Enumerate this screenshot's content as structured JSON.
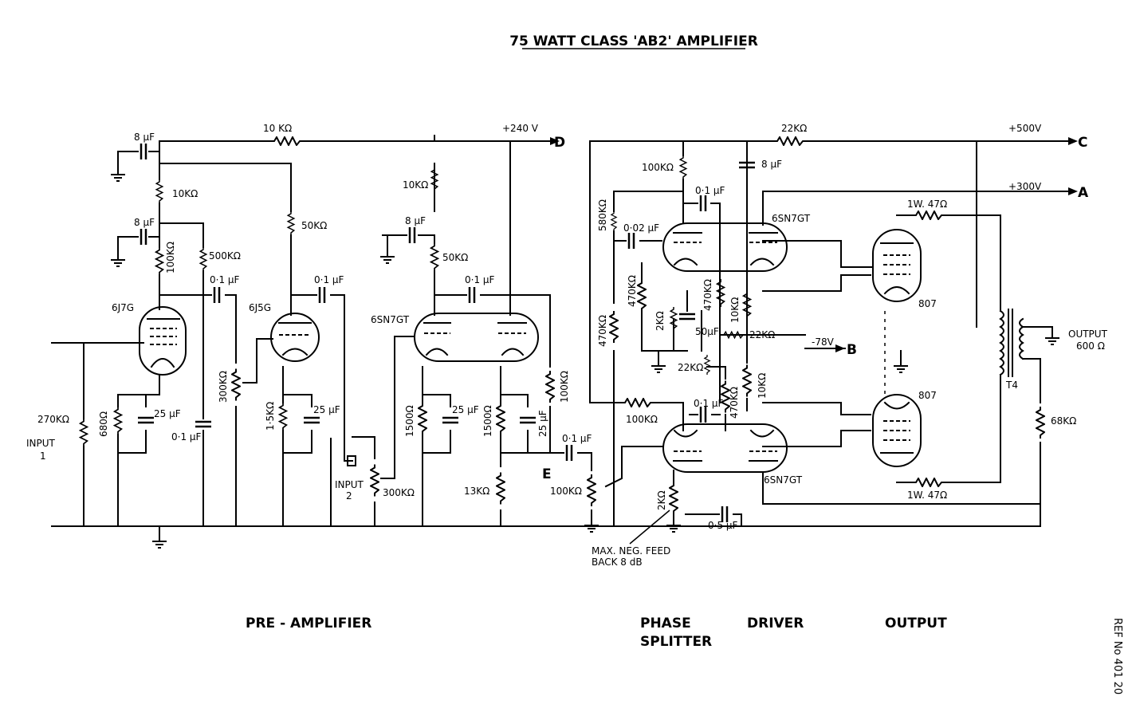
{
  "title": "75 WATT CLASS 'AB2' AMPLIFIER",
  "sections": {
    "pre_amplifier": "PRE - AMPLIFIER",
    "phase_splitter_1": "PHASE",
    "phase_splitter_2": "SPLITTER",
    "driver": "DRIVER",
    "output": "OUTPUT"
  },
  "reference": "REF No 401 20",
  "rails": {
    "v240": "+240 V",
    "v240_node": "D",
    "v500": "+500V",
    "v500_node": "C",
    "v300": "+300V",
    "v300_node": "A",
    "vneg78": "-78V",
    "vneg78_node": "B",
    "e_node": "E"
  },
  "tubes": {
    "t1": "6J7G",
    "t2": "6J5G",
    "t3": "6SN7GT",
    "t4": "6SN7GT",
    "t5": "6SN7GT",
    "t6": "807",
    "t7": "807"
  },
  "transformer": "T4",
  "inputs": {
    "in1_a": "INPUT",
    "in1_b": "1",
    "in2_a": "INPUT",
    "in2_b": "2"
  },
  "output_label": {
    "a": "OUTPUT",
    "b": "600 Ω"
  },
  "feedback_note": {
    "line1": "MAX. NEG. FEED",
    "line2": "BACK 8 dB"
  },
  "components": {
    "r_10k_top": "10 KΩ",
    "c_8uf_1": "8 μF",
    "r_10k_v": "10KΩ",
    "c_8uf_2": "8 μF",
    "r_100k_1": "100KΩ",
    "r_500k": "500KΩ",
    "r_50k_1": "50KΩ",
    "c_01_1": "0·1 μF",
    "c_01_2": "0·1 μF",
    "r_270k": "270KΩ",
    "r_680": "680Ω",
    "c_25_1": "25 μF",
    "c_01_3": "0·1 μF",
    "r_300k_1": "300KΩ",
    "r_15k": "1·5KΩ",
    "c_25_2": "25 μF",
    "r_10k_3": "10KΩ",
    "c_8uf_3": "8 μF",
    "r_50k_2": "50KΩ",
    "c_01_4": "0·1 μF",
    "r_1500_1": "1500Ω",
    "c_25_3": "25 μF",
    "r_1500_2": "1500Ω",
    "c_25_4": "25 μF",
    "r_100k_2": "100KΩ",
    "r_300k_2": "300KΩ",
    "r_13k": "13KΩ",
    "c_01_5": "0·1 μF",
    "r_100k_pot": "100KΩ",
    "r_22k_top": "22KΩ",
    "c_8uf_4": "8 μF",
    "r_100k_3": "100KΩ",
    "c_01_6": "0·1 μF",
    "r_580k": "580KΩ",
    "c_002": "0·02 μF",
    "r_470k_1": "470KΩ",
    "r_470k_2": "470KΩ",
    "r_2k_1": "2KΩ",
    "c_50": "50μF",
    "r_470k_3": "470KΩ",
    "r_10k_4": "10KΩ",
    "r_22k_2": "22KΩ",
    "r_22k_3": "22KΩ",
    "r_470k_4": "470KΩ",
    "r_10k_5": "10KΩ",
    "r_100k_4": "100KΩ",
    "c_01_7": "0·1 μF",
    "r_2k_2": "2KΩ",
    "c_05": "0·5 μF",
    "r_1w47_1": "1W. 47Ω",
    "r_1w47_2": "1W. 47Ω",
    "r_68k": "68KΩ"
  }
}
